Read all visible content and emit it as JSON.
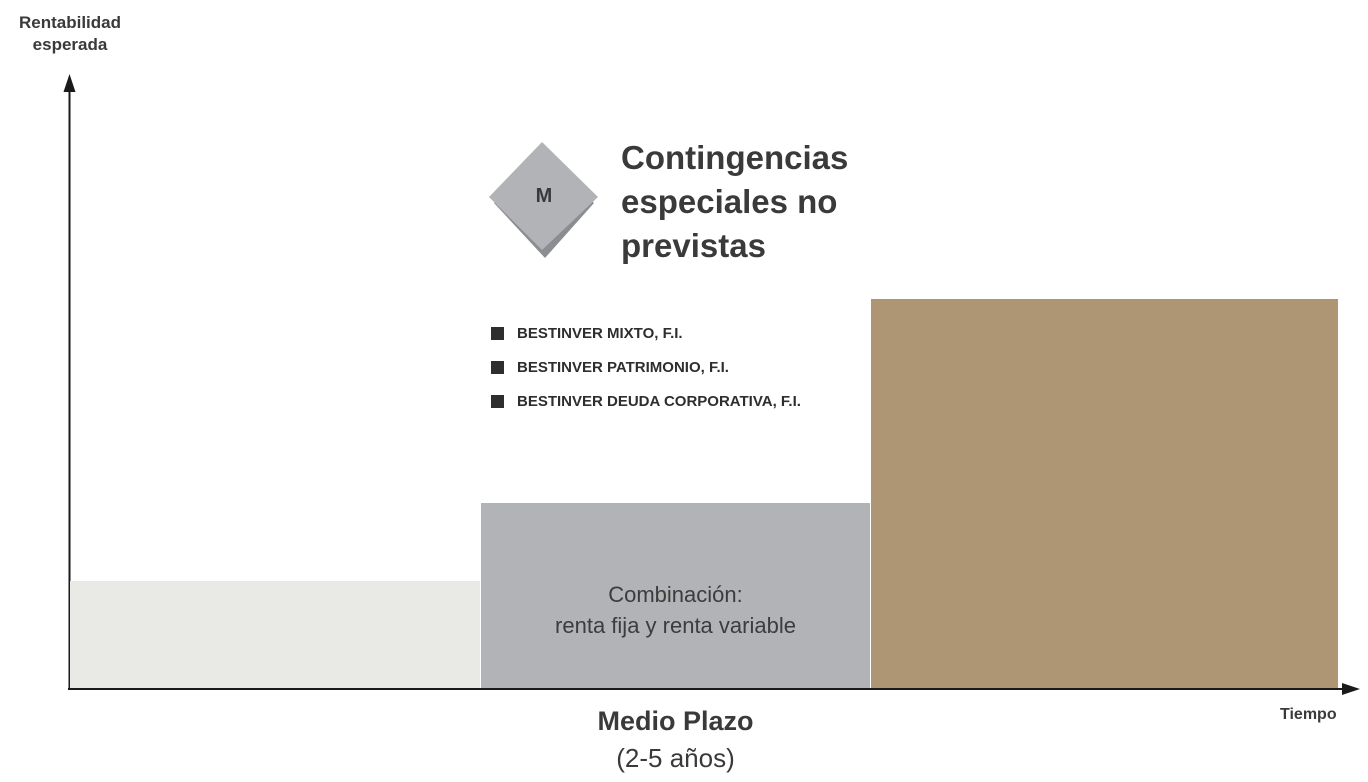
{
  "axes": {
    "y_label_line1": "Rentabilidad",
    "y_label_line2": "esperada",
    "x_label": "Tiempo"
  },
  "badge": {
    "letter": "M",
    "title_line1": "Contingencias",
    "title_line2": "especiales no",
    "title_line3": "previstas"
  },
  "funds": [
    "BESTINVER MIXTO, F.I.",
    "BESTINVER PATRIMONIO, F.I.",
    "BESTINVER DEUDA CORPORATIVA, F.I."
  ],
  "middle_block": {
    "line1": "Combinación:",
    "line2": "renta fija y renta variable"
  },
  "period": {
    "title": "Medio Plazo",
    "range": "(2-5 años)"
  },
  "colors": {
    "low_block": "#e9e9e6",
    "mid_block": "#b2b3b6",
    "high_block": "#ae9573",
    "diamond_front": "#b2b3b6",
    "diamond_shadow": "#8c8d90",
    "axis": "#1a1a1a"
  }
}
